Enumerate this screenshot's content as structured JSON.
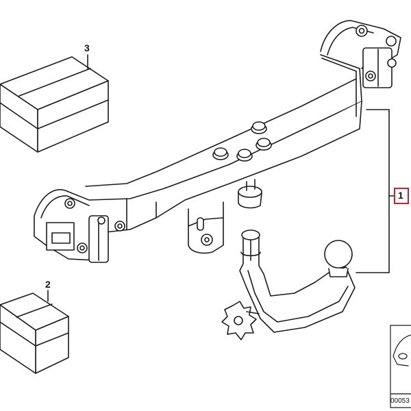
{
  "callouts": {
    "item1": "1",
    "item2": "2",
    "item3": "3"
  },
  "thumbnail": {
    "code": "00053"
  },
  "colors": {
    "line": "#1a1a1a",
    "highlight": "#d01c2a",
    "background": "#ffffff"
  }
}
